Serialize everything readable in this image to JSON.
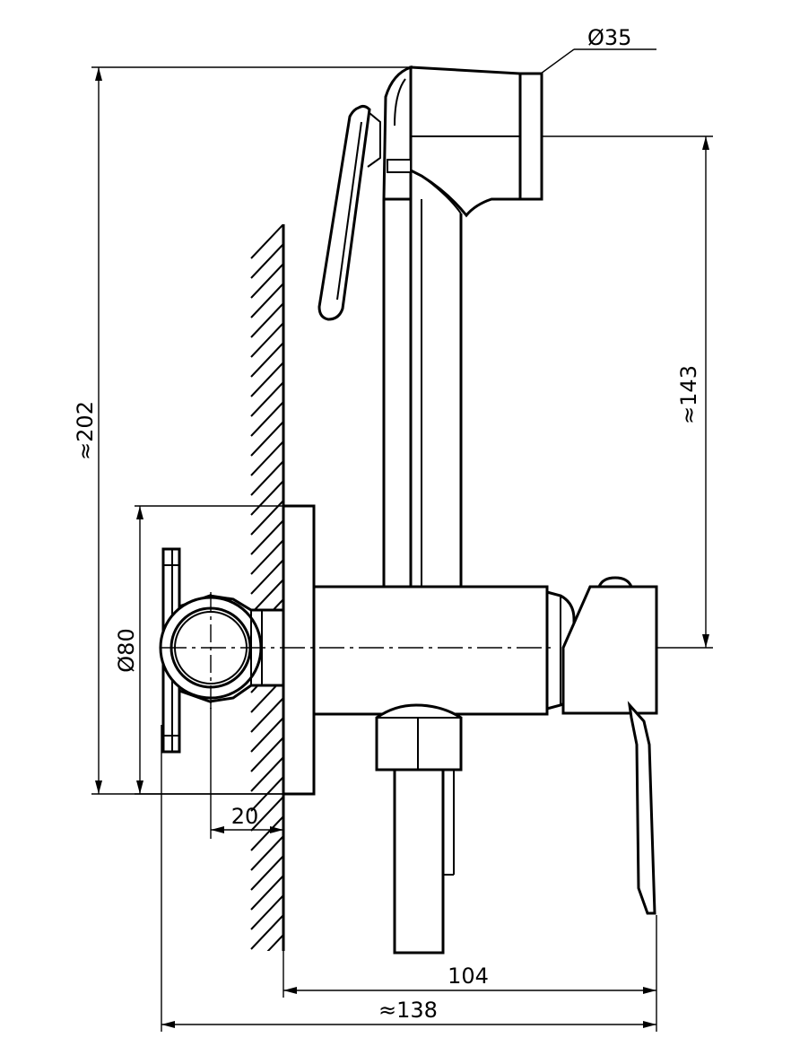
{
  "dimensions": {
    "diameter_top": "Ø35",
    "height_total": "≈202",
    "height_hose": "≈143",
    "diameter_flange": "Ø80",
    "wall_offset": "20",
    "depth_body": "104",
    "depth_total": "≈138"
  },
  "colors": {
    "line": "#000000",
    "background": "#ffffff"
  }
}
